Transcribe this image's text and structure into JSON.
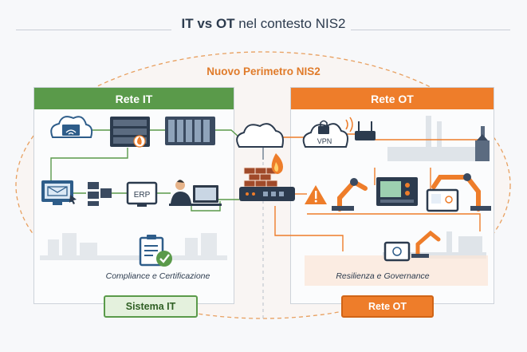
{
  "title": {
    "bold": "IT vs OT",
    "rest": "nel contesto NIS2"
  },
  "perimeter_label": "Nuovo Perimetro NIS2",
  "it_panel": {
    "header": "Rete IT",
    "caption": "Compliance e Certificazione",
    "badge": "Sistema IT",
    "erp_label": "ERP"
  },
  "ot_panel": {
    "header": "Rete OT",
    "caption": "Resilienza e Governance",
    "badge": "Rete OT",
    "vpn_label": "VPN"
  },
  "colors": {
    "it_green": "#5a9a4a",
    "ot_orange": "#ee7d2a",
    "perimeter": "#e8a060",
    "text": "#2c3b4e"
  },
  "icons": [
    "cloud-wifi-icon",
    "server-rack-icon",
    "fire-icon",
    "network-switch-icon",
    "email-icon",
    "network-hub-icon",
    "erp-monitor-icon",
    "user-workstation-icon",
    "clipboard-check-icon",
    "cloud-icon",
    "firewall-icon",
    "router-icon",
    "vpn-cloud-icon",
    "wifi-router-icon",
    "factory-icon",
    "warning-icon",
    "robot-arm-icon",
    "control-panel-icon",
    "hmi-screen-icon"
  ]
}
